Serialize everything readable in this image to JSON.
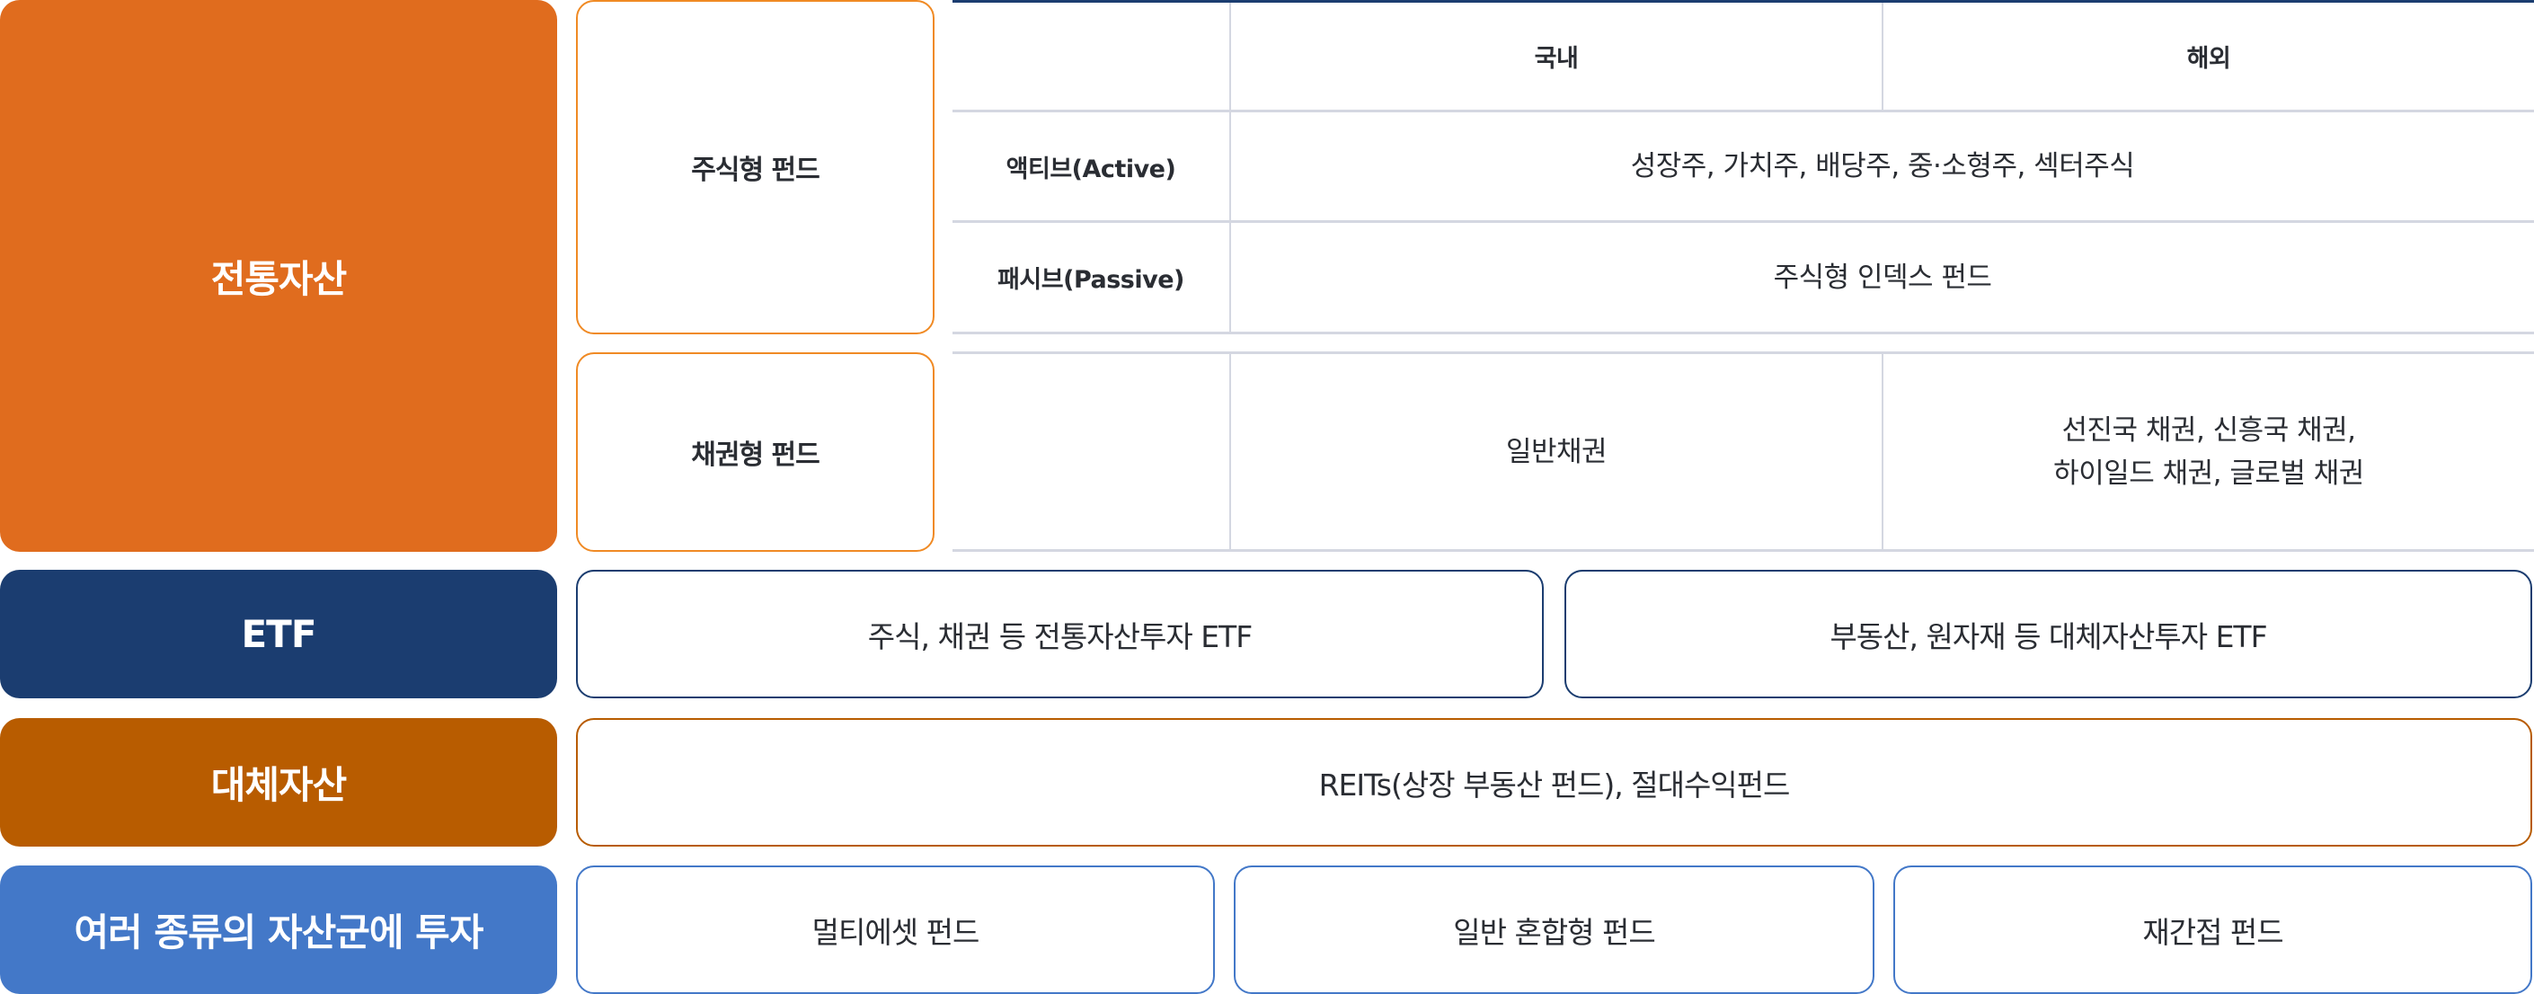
{
  "colors": {
    "traditional": "#E06C1E",
    "traditional_border": "#F08A24",
    "etf": "#1B3D70",
    "alternative": "#B85C00",
    "multi_asset": "#4378C8",
    "grid_line": "#D4D7E1",
    "text": "#2A2D33"
  },
  "categories": {
    "traditional": "전통자산",
    "etf": "ETF",
    "alternative": "대체자산",
    "multi_asset": "여러 종류의 자산군에 투자"
  },
  "traditional": {
    "equity_fund": {
      "label": "주식형 펀드",
      "headers": [
        "",
        "국내",
        "해외"
      ],
      "rows": [
        {
          "label": "액티브(Active)",
          "value": "성장주, 가치주, 배당주, 중·소형주, 섹터주식"
        },
        {
          "label": "패시브(Passive)",
          "value": "주식형 인덱스 펀드"
        }
      ]
    },
    "bond_fund": {
      "label": "채권형 펀드",
      "domestic": "일반채권",
      "overseas_line1": "선진국 채권, 신흥국 채권,",
      "overseas_line2": "하이일드 채권, 글로벌 채권"
    }
  },
  "etf": {
    "items": [
      "주식, 채권 등 전통자산투자 ETF",
      "부동산, 원자재 등 대체자산투자 ETF"
    ]
  },
  "alternative": {
    "items": [
      "REITs(상장 부동산 펀드), 절대수익펀드"
    ]
  },
  "multi_asset": {
    "items": [
      "멀티에셋 펀드",
      "일반 혼합형 펀드",
      "재간접 펀드"
    ]
  }
}
